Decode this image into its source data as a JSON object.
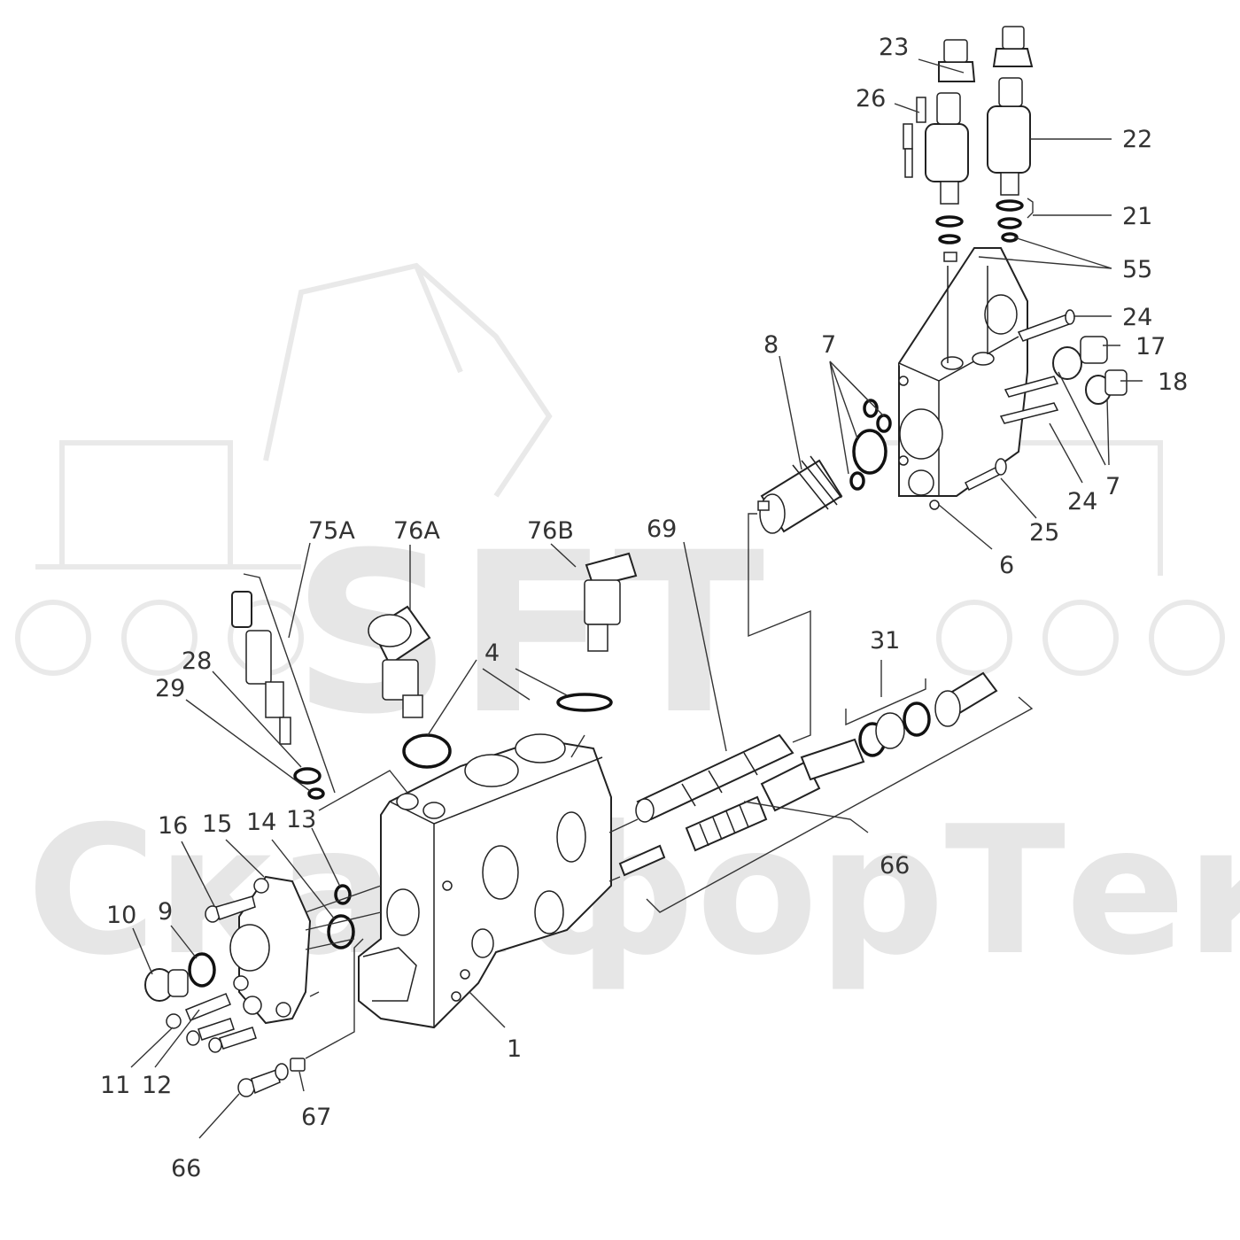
{
  "diagram": {
    "watermark": {
      "logo": "SFT",
      "brand": "СкайфорТек"
    },
    "callouts": [
      {
        "id": "c23",
        "text": "23"
      },
      {
        "id": "c26",
        "text": "26"
      },
      {
        "id": "c22",
        "text": "22"
      },
      {
        "id": "c21",
        "text": "21"
      },
      {
        "id": "c55",
        "text": "55"
      },
      {
        "id": "c24a",
        "text": "24"
      },
      {
        "id": "c17",
        "text": "17"
      },
      {
        "id": "c18",
        "text": "18"
      },
      {
        "id": "c8",
        "text": "8"
      },
      {
        "id": "c7a",
        "text": "7"
      },
      {
        "id": "c7b",
        "text": "7"
      },
      {
        "id": "c24b",
        "text": "24"
      },
      {
        "id": "c25",
        "text": "25"
      },
      {
        "id": "c6",
        "text": "6"
      },
      {
        "id": "c75A",
        "text": "75A"
      },
      {
        "id": "c76A",
        "text": "76A"
      },
      {
        "id": "c76B",
        "text": "76B"
      },
      {
        "id": "c69",
        "text": "69"
      },
      {
        "id": "c31",
        "text": "31"
      },
      {
        "id": "c28",
        "text": "28"
      },
      {
        "id": "c29",
        "text": "29"
      },
      {
        "id": "c4",
        "text": "4"
      },
      {
        "id": "c16",
        "text": "16"
      },
      {
        "id": "c15",
        "text": "15"
      },
      {
        "id": "c14",
        "text": "14"
      },
      {
        "id": "c13",
        "text": "13"
      },
      {
        "id": "c66a",
        "text": "66"
      },
      {
        "id": "c10",
        "text": "10"
      },
      {
        "id": "c9",
        "text": "9"
      },
      {
        "id": "c1",
        "text": "1"
      },
      {
        "id": "c11",
        "text": "11"
      },
      {
        "id": "c12",
        "text": "12"
      },
      {
        "id": "c67",
        "text": "67"
      },
      {
        "id": "c66b",
        "text": "66"
      }
    ]
  }
}
